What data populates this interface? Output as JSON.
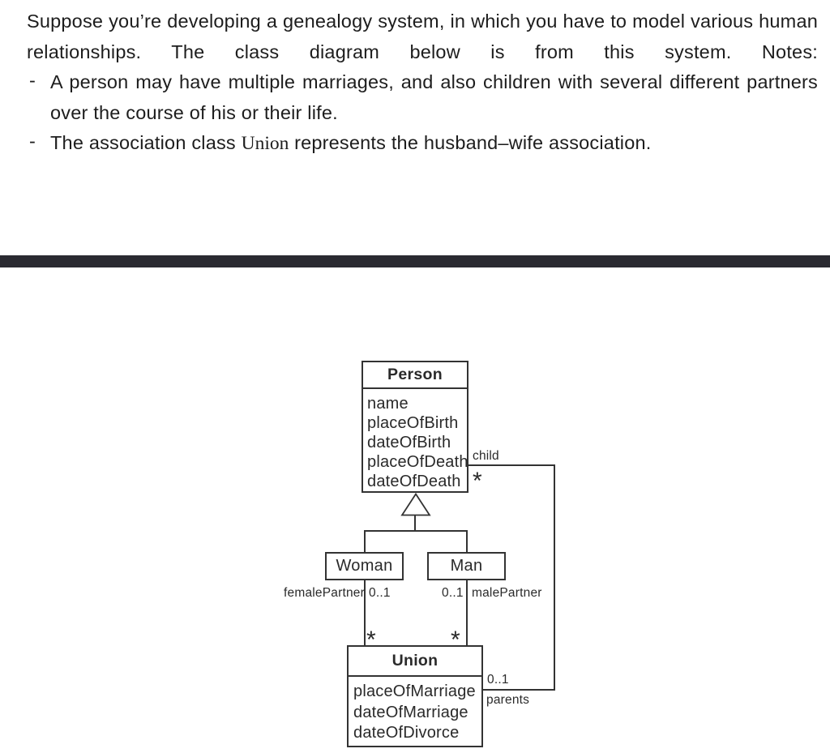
{
  "intro": {
    "paragraph": "Suppose you’re developing a genealogy system, in which you have to model various human relationships. The class diagram below is from this system. Notes:",
    "bullets": [
      {
        "marker": "-",
        "text": "A person may have multiple marriages, and also children with several different partners over the course of his or their life."
      },
      {
        "marker": "-",
        "pre": "The association class ",
        "emph": "Union",
        "post": " represents the husband–wife association."
      }
    ]
  },
  "divider": {
    "color": "#2a2a31"
  },
  "diagram": {
    "classes": {
      "person": {
        "name": "Person",
        "attributes": [
          "name",
          "placeOfBirth",
          "dateOfBirth",
          "placeOfDeath",
          "dateOfDeath"
        ]
      },
      "woman": {
        "name": "Woman"
      },
      "man": {
        "name": "Man"
      },
      "union": {
        "name": "Union",
        "attributes": [
          "placeOfMarriage",
          "dateOfMarriage",
          "dateOfDivorce"
        ]
      }
    },
    "labels": {
      "child_role": "child",
      "child_mult": "*",
      "female_role": "femalePartner",
      "female_mult": "0..1",
      "male_mult": "0..1",
      "male_role": "malePartner",
      "woman_union_mult": "*",
      "man_union_mult": "*",
      "parents_mult": "0..1",
      "parents_role": "parents"
    },
    "line_color": "#333333"
  }
}
